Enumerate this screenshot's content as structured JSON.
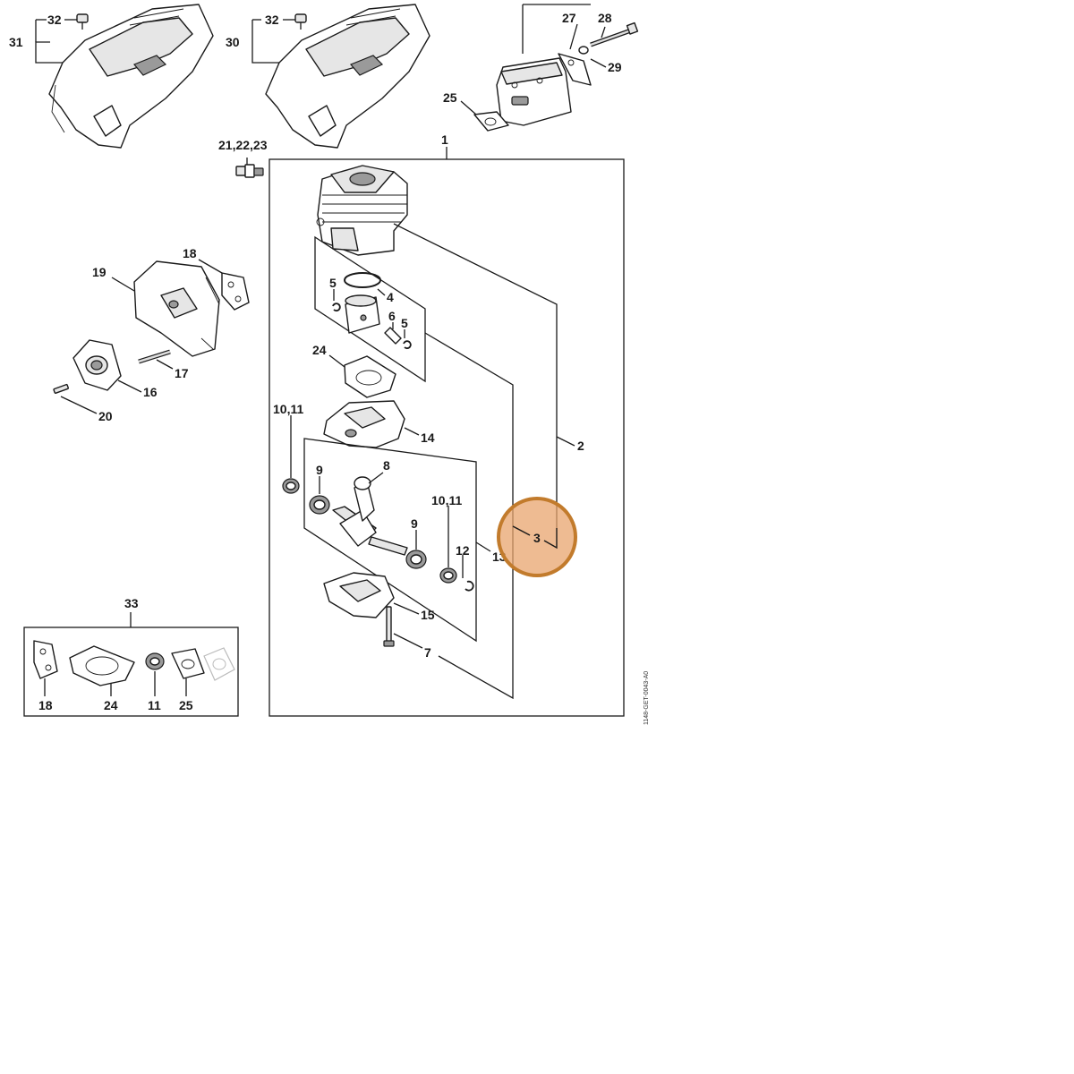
{
  "diagram_id": "1148-GET-0043-A0",
  "callouts": {
    "c1": "1",
    "c2": "2",
    "c3": "3",
    "c4": "4",
    "c5a": "5",
    "c5b": "5",
    "c6": "6",
    "c7": "7",
    "c8": "8",
    "c9a": "9",
    "c9b": "9",
    "c1011a": "10,11",
    "c1011b": "10,11",
    "c12": "12",
    "c13": "13",
    "c14": "14",
    "c15": "15",
    "c16": "16",
    "c17": "17",
    "c18a": "18",
    "c18b": "18",
    "c19": "19",
    "c20": "20",
    "c212223": "21,22,23",
    "c24a": "24",
    "c24b": "24",
    "c25a": "25",
    "c25b": "25",
    "c11": "11",
    "c27": "27",
    "c28": "28",
    "c29": "29",
    "c30": "30",
    "c31": "31",
    "c32a": "32",
    "c32b": "32",
    "c33": "33"
  },
  "highlight": {
    "part": "3",
    "color": "#e8a46e"
  }
}
